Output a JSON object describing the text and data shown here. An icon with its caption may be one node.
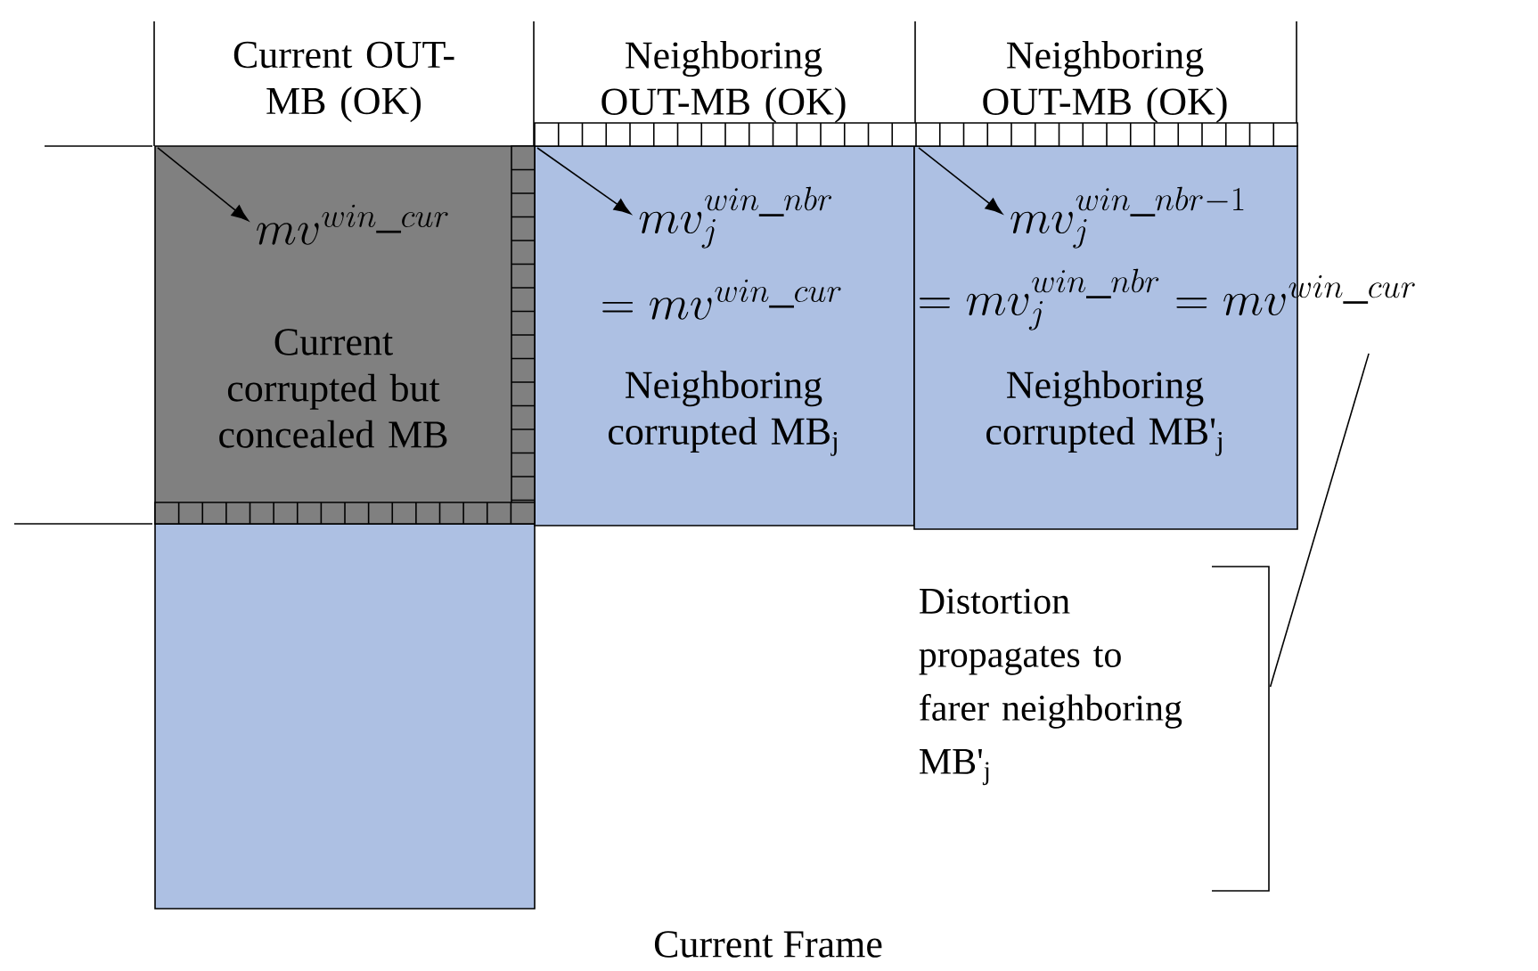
{
  "diagram": {
    "caption": "Current Frame",
    "nodes": [
      {
        "text": [
          "Current OUT-MB (OK)"
        ]
      },
      {
        "text": [
          "Neighboring OUT-MB (OK)"
        ]
      },
      {
        "text": [
          "Neighboring OUT-MB (OK)"
        ]
      },
      {
        "text": [
          "Current corrupted but concealed MB"
        ]
      },
      {
        "text": [
          "mv^{win\\_cur}"
        ],
        "in": 3
      },
      {
        "text": [
          "Neighboring corrupted MB$_{j}$"
        ]
      },
      {
        "text": [
          "mv_j^{win\\_nbr}"
        ],
        "in": 5
      },
      {
        "text": [
          "=mv^{win\\_cur}"
        ],
        "in": 5
      },
      {
        "text": [
          "Neighboring corrupted MB'$_{j}$"
        ]
      },
      {
        "text": [
          "mv_j^{win\\_nbr-1}"
        ],
        "in": 8
      },
      {
        "text": [
          "=mv_j^{win\\_nbr}=mv^{win\\_cur}"
        ]
      },
      {
        "text": [],
        "shape": "box"
      },
      {
        "text": [
          "Distortion propagates to farer neighboring MB'$_{j}$"
        ]
      }
    ],
    "edges": [
      {
        "from": 0,
        "to": 4,
        "arrow": "to"
      },
      {
        "from": 1,
        "to": 6,
        "arrow": "to"
      },
      {
        "from": 2,
        "to": 9,
        "arrow": "to"
      },
      {
        "from": 12,
        "to": 10,
        "arrow": "none"
      }
    ]
  }
}
